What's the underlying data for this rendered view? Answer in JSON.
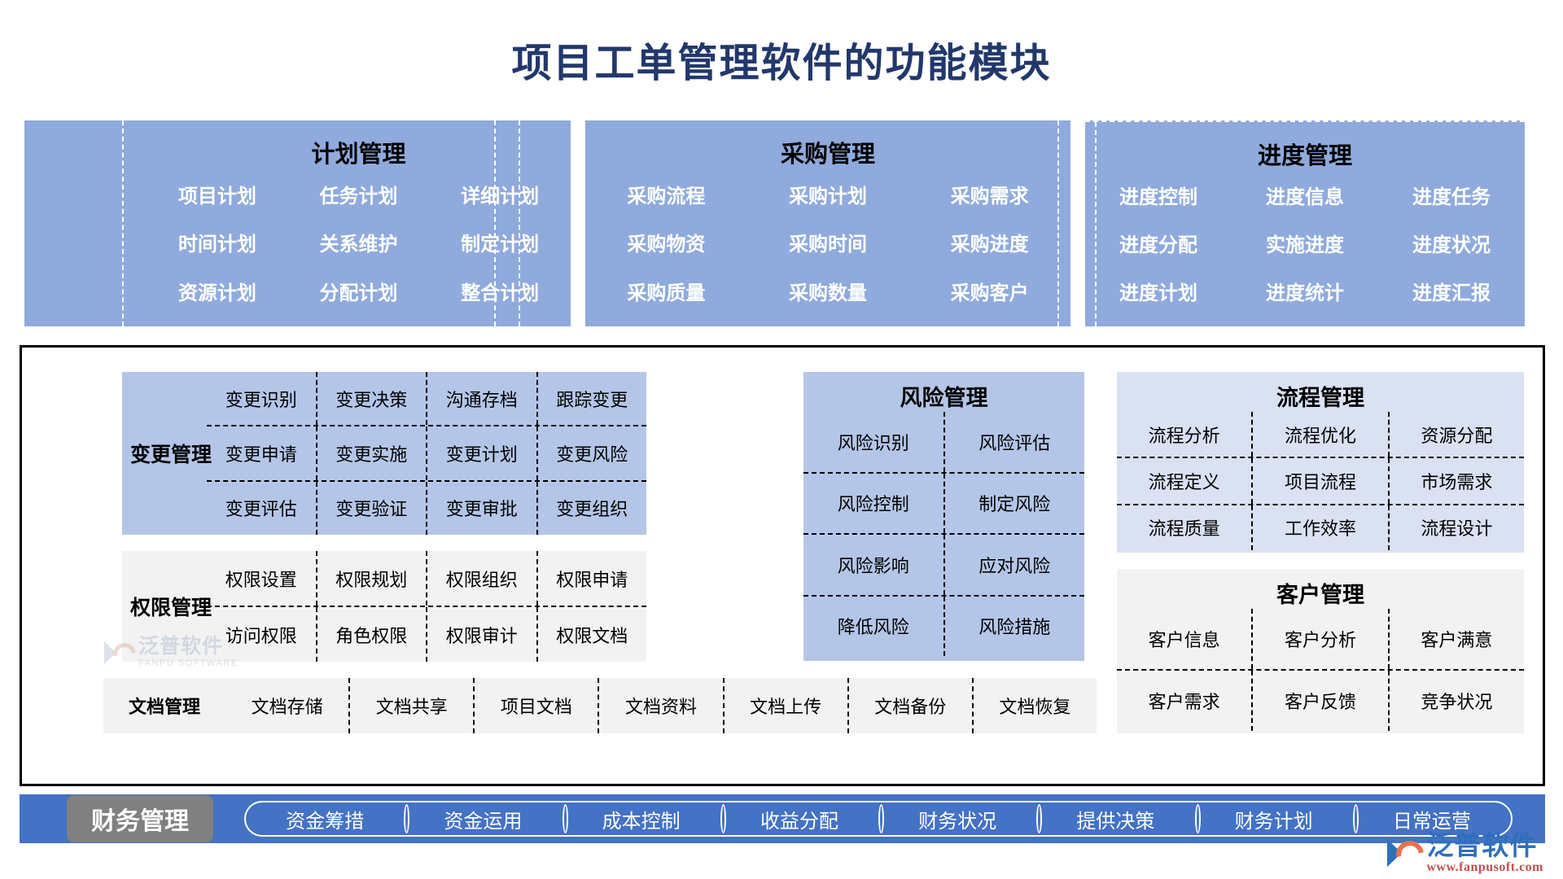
{
  "title": "项目工单管理软件的功能模块",
  "colors": {
    "title": "#22386b",
    "top_panel": "#8faadc",
    "mid_blue": "#b4c6e7",
    "mid_gray": "#f2f2f2",
    "mid_pale_blue": "#dae1f3",
    "finance_bar": "#4472c4",
    "finance_badge": "#808080"
  },
  "top_panels": [
    {
      "heading": "计划管理",
      "rows": [
        [
          "项目计划",
          "任务计划",
          "详细计划"
        ],
        [
          "时间计划",
          "关系维护",
          "制定计划"
        ],
        [
          "资源计划",
          "分配计划",
          "整合计划"
        ]
      ]
    },
    {
      "heading": "采购管理",
      "rows": [
        [
          "采购流程",
          "采购计划",
          "采购需求"
        ],
        [
          "采购物资",
          "采购时间",
          "采购进度"
        ],
        [
          "采购质量",
          "采购数量",
          "采购客户"
        ]
      ]
    },
    {
      "heading": "进度管理",
      "rows": [
        [
          "进度控制",
          "进度信息",
          "进度任务"
        ],
        [
          "进度分配",
          "实施进度",
          "进度状况"
        ],
        [
          "进度计划",
          "进度统计",
          "进度汇报"
        ]
      ]
    }
  ],
  "change_module": {
    "title": "变更管理",
    "rows": [
      [
        "变更识别",
        "变更决策",
        "沟通存档",
        "跟踪变更"
      ],
      [
        "变更申请",
        "变更实施",
        "变更计划",
        "变更风险"
      ],
      [
        "变更评估",
        "变更验证",
        "变更审批",
        "变更组织"
      ]
    ]
  },
  "permission_module": {
    "title": "权限管理",
    "rows": [
      [
        "权限设置",
        "权限规划",
        "权限组织",
        "权限申请"
      ],
      [
        "访问权限",
        "角色权限",
        "权限审计",
        "权限文档"
      ]
    ]
  },
  "document_module": {
    "title": "文档管理",
    "items": [
      "文档存储",
      "文档共享",
      "项目文档",
      "文档资料",
      "文档上传",
      "文档备份",
      "文档恢复"
    ]
  },
  "risk_module": {
    "heading": "风险管理",
    "rows": [
      [
        "风险识别",
        "风险评估"
      ],
      [
        "风险控制",
        "制定风险"
      ],
      [
        "风险影响",
        "应对风险"
      ],
      [
        "降低风险",
        "风险措施"
      ]
    ]
  },
  "process_module": {
    "heading": "流程管理",
    "rows": [
      [
        "流程分析",
        "流程优化",
        "资源分配"
      ],
      [
        "流程定义",
        "项目流程",
        "市场需求"
      ],
      [
        "流程质量",
        "工作效率",
        "流程设计"
      ]
    ]
  },
  "customer_module": {
    "heading": "客户管理",
    "rows": [
      [
        "客户信息",
        "客户分析",
        "客户满意"
      ],
      [
        "客户需求",
        "客户反馈",
        "竞争状况"
      ]
    ]
  },
  "finance_bar": {
    "badge": "财务管理",
    "items": [
      "资金筹措",
      "资金运用",
      "成本控制",
      "收益分配",
      "财务状况",
      "提供决策",
      "财务计划",
      "日常运营"
    ]
  },
  "watermark": {
    "brand": "泛普软件",
    "sub": "FANPU SOFTWARE",
    "url": "www.fanpusoft.com"
  }
}
